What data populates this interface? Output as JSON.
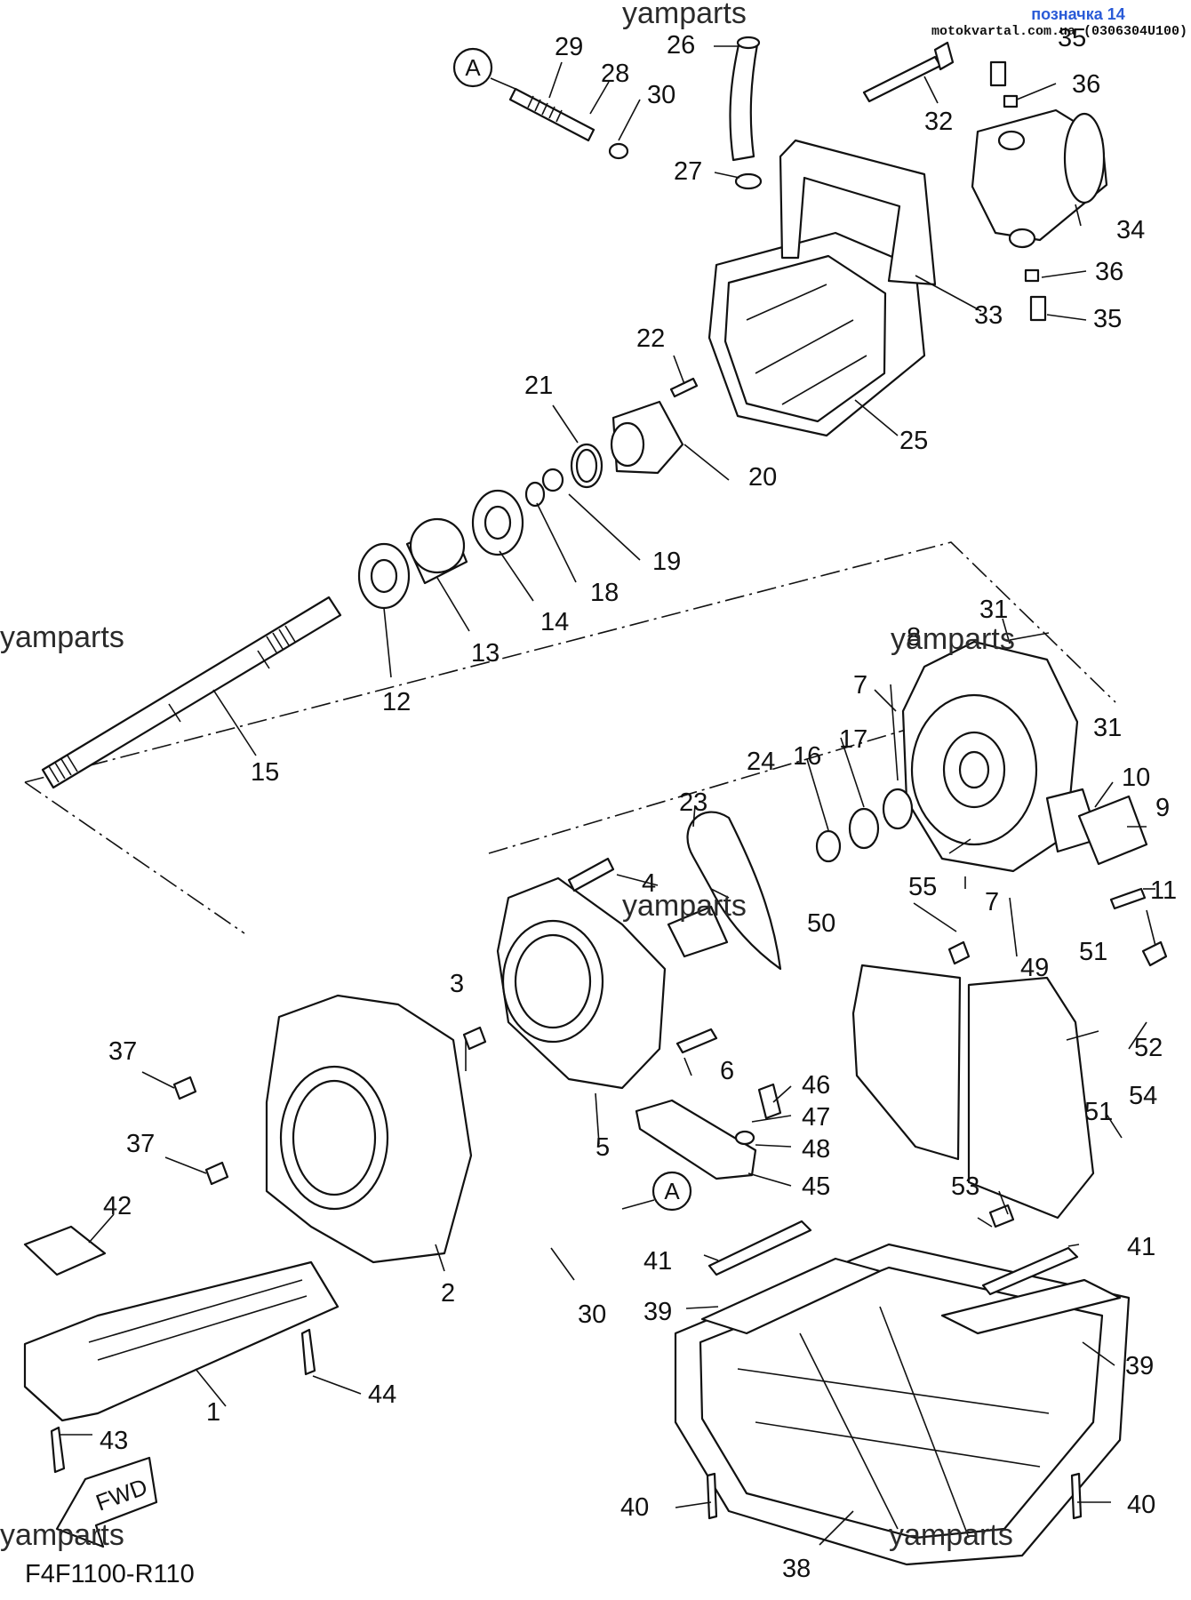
{
  "header": {
    "badge": "позначка 14",
    "source": "motokvartal.com.ua (0306304U100)"
  },
  "watermark": "yamparts",
  "ref_marker": "A",
  "direction_label": "FWD",
  "figure_code": "F4F1100-R110",
  "part_numbers": [
    "1",
    "2",
    "3",
    "4",
    "5",
    "6",
    "7",
    "8",
    "9",
    "10",
    "11",
    "12",
    "13",
    "14",
    "15",
    "16",
    "17",
    "18",
    "19",
    "20",
    "21",
    "22",
    "23",
    "24",
    "25",
    "26",
    "27",
    "28",
    "29",
    "30",
    "31",
    "32",
    "33",
    "34",
    "35",
    "36",
    "37",
    "38",
    "39",
    "40",
    "41",
    "42",
    "43",
    "44",
    "45",
    "46",
    "47",
    "48",
    "49",
    "50",
    "51",
    "52",
    "53",
    "54",
    "55"
  ],
  "colors": {
    "badge": "#2a5bd7",
    "ink": "#111111",
    "background": "#ffffff"
  }
}
